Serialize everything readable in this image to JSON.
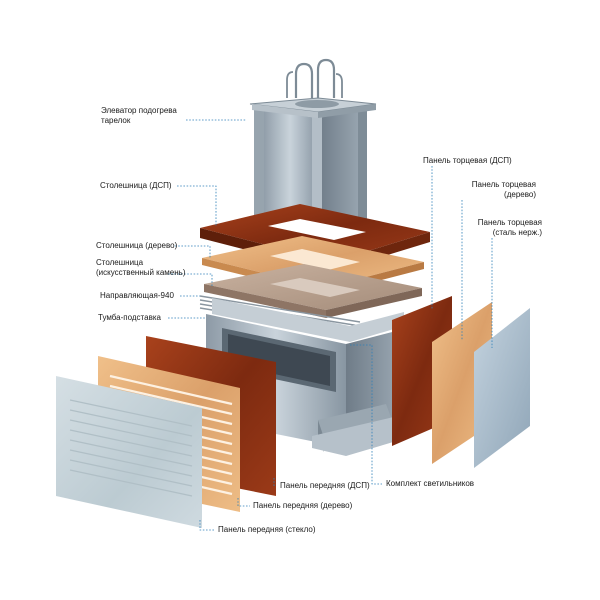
{
  "labels": {
    "elevator_l1": "Элеватор подогрева",
    "elevator_l2": "тарелок",
    "top_dsp": "Столешница (ДСП)",
    "top_wood": "Столешница (дерево)",
    "top_stone_l1": "Столешница",
    "top_stone_l2": "(искусственный камень)",
    "guide": "Направляющая-940",
    "base": "Тумба-подставка",
    "end_dsp": "Панель торцевая (ДСП)",
    "end_wood_l1": "Панель торцевая",
    "end_wood_l2": "(дерево)",
    "end_steel_l1": "Панель торцевая",
    "end_steel_l2": "(сталь нерж.)",
    "lights": "Комплект светильников",
    "front_dsp": "Панель передняя (ДСП)",
    "front_wood": "Панель передняя (дерево)",
    "front_glass": "Панель передняя (стекло)"
  },
  "colors": {
    "leader": "#2e7fb8",
    "dsp_wood": "#8a2f12",
    "light_wood": "#e6b27a",
    "stone": "#b79e8c",
    "steel": "#a7b4bf",
    "glass": "#c7d4da"
  }
}
